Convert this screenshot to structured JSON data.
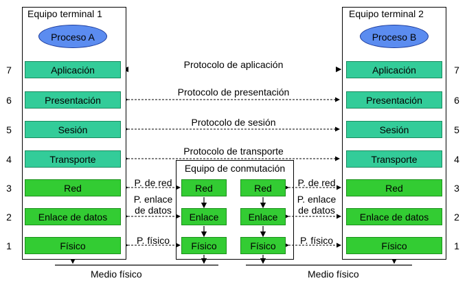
{
  "terminal1": {
    "title": "Equipo terminal 1",
    "process": "Proceso A"
  },
  "terminal2": {
    "title": "Equipo terminal 2",
    "process": "Proceso B"
  },
  "layers": [
    {
      "num": "7",
      "name": "Aplicación"
    },
    {
      "num": "6",
      "name": "Presentación"
    },
    {
      "num": "5",
      "name": "Sesión"
    },
    {
      "num": "4",
      "name": "Transporte"
    },
    {
      "num": "3",
      "name": "Red"
    },
    {
      "num": "2",
      "name": "Enlace de datos"
    },
    {
      "num": "1",
      "name": "Físico"
    }
  ],
  "protocols": {
    "application": "Protocolo de aplicación",
    "presentation": "Protocolo de presentación",
    "session": "Protocolo de sesión",
    "transport": "Protocolo de transporte"
  },
  "switching": {
    "title": "Equipo de conmutación",
    "layers": [
      "Red",
      "Enlace",
      "Físico"
    ]
  },
  "peer_labels": {
    "network": "P. de red",
    "link_line1": "P. enlace",
    "link_line2": "de datos",
    "physical": "P. físico"
  },
  "media": {
    "left": "Medio físico",
    "right": "Medio físico"
  },
  "colors": {
    "upper_layer": "#33cc99",
    "lower_layer": "#33cc33",
    "process": "#5b8cf0"
  }
}
